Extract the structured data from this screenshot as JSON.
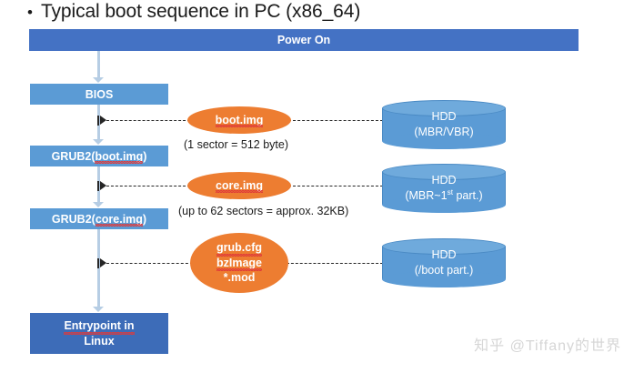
{
  "slide": {
    "title_bullet": "•",
    "title": "Typical boot sequence in PC (x86_64)",
    "watermark": "知乎 @Tiffany的世界"
  },
  "flow": {
    "power_on": "Power On",
    "bios": "BIOS",
    "grub_boot_prefix": "GRUB2(",
    "grub_boot_file": "boot.img",
    "grub_boot_suffix": ")",
    "grub_core_prefix": "GRUB2(",
    "grub_core_file": "core.img",
    "grub_core_suffix": ")",
    "entrypoint_line1": "Entrypoint in",
    "entrypoint_line2": "Linux"
  },
  "artifacts": [
    {
      "name": "boot-img",
      "label": "boot.img"
    },
    {
      "name": "core-img",
      "label": "core.img"
    },
    {
      "name": "boot-files",
      "lines": [
        "grub.cfg",
        "bzImage",
        "*.mod"
      ]
    }
  ],
  "artifact_labels": {
    "boot_img": "boot.img",
    "core_img": "core.img",
    "grub_cfg": "grub.cfg",
    "bzimage": "bzImage",
    "star_mod": "*.mod"
  },
  "captions": {
    "sector_size": "(1 sector = 512 byte)",
    "core_size": "(up to 62 sectors = approx. 32KB)"
  },
  "storage": [
    {
      "name": "hdd-mbr-vbr",
      "line1": "HDD",
      "line2": "(MBR/VBR)"
    },
    {
      "name": "hdd-mbr-first-part",
      "line1": "HDD",
      "line2_pre": "(MBR~1",
      "line2_sup": "st",
      "line2_post": " part.)"
    },
    {
      "name": "hdd-boot-part",
      "line1": "HDD",
      "line2": "(/boot part.)"
    }
  ],
  "storage_labels": {
    "hdd": "HDD",
    "mbr_vbr": "(MBR/VBR)",
    "mbr_first_pre": "(MBR~1",
    "mbr_first_sup": "st",
    "mbr_first_post": " part.)",
    "boot_part": "(/boot part.)"
  },
  "colors": {
    "power_on_blue": "#4472C4",
    "box_blue": "#5B9BD5",
    "entrypoint_blue": "#3D6CB8",
    "ellipse_orange": "#ED7D31",
    "connector_blue": "#B6CDE4",
    "dash_black": "#262626",
    "text_dark": "#1a1a1a",
    "watermark_gray": "#d6d6d6"
  }
}
